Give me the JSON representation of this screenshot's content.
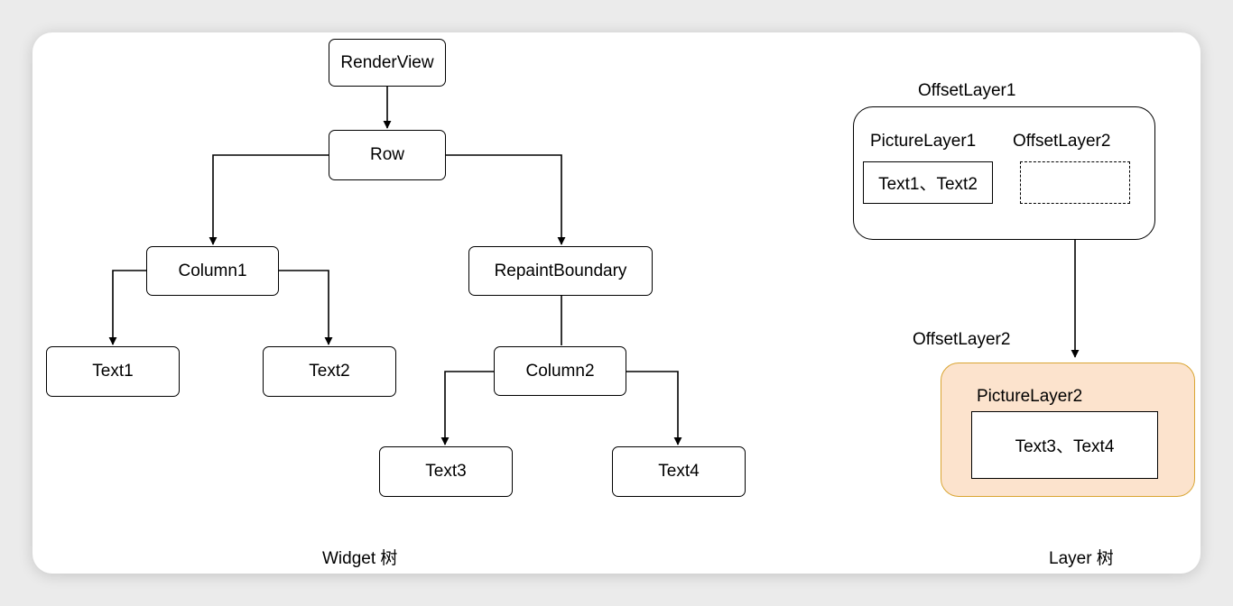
{
  "widget_tree": {
    "nodes": {
      "renderview": "RenderView",
      "row": "Row",
      "column1": "Column1",
      "repaint_boundary": "RepaintBoundary",
      "text1": "Text1",
      "text2": "Text2",
      "column2": "Column2",
      "text3": "Text3",
      "text4": "Text4"
    },
    "caption": "Widget 树"
  },
  "layer_tree": {
    "offset_layer1_label": "OffsetLayer1",
    "picture_layer1_label": "PictureLayer1",
    "picture_layer1_content": "Text1、Text2",
    "offset_layer2_inner_label": "OffsetLayer2",
    "offset_layer2_label": "OffsetLayer2",
    "picture_layer2_label": "PictureLayer2",
    "picture_layer2_content": "Text3、Text4",
    "caption": "Layer 树"
  },
  "colors": {
    "highlight_fill": "#fce3cd",
    "highlight_border": "#d9a532"
  }
}
